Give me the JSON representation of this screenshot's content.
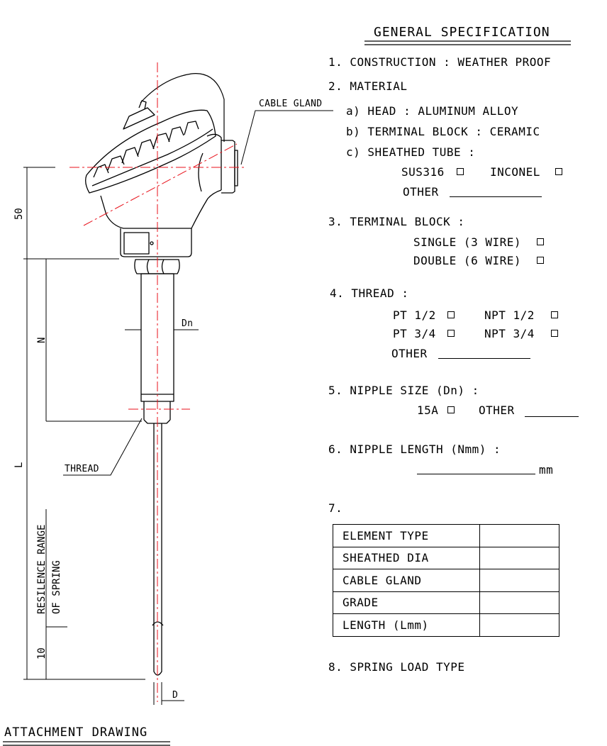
{
  "spec": {
    "title": "GENERAL SPECIFICATION",
    "construction": "1. CONSTRUCTION : WEATHER PROOF",
    "material": {
      "heading": "2. MATERIAL",
      "head": "a) HEAD : ALUMINUM ALLOY",
      "terminal": "b) TERMINAL BLOCK : CERAMIC",
      "sheathed": "c) SHEATHED TUBE :",
      "sus316": "SUS316",
      "inconel": "INCONEL",
      "other": "OTHER"
    },
    "terminal_block": {
      "heading": "3. TERMINAL BLOCK :",
      "single": "SINGLE (3 WIRE)",
      "double": "DOUBLE (6 WIRE)"
    },
    "thread": {
      "heading": "4. THREAD :",
      "pt12": "PT 1/2",
      "npt12": "NPT 1/2",
      "pt34": "PT 3/4",
      "npt34": "NPT 3/4",
      "other": "OTHER"
    },
    "nipple_size": {
      "heading": "5. NIPPLE SIZE (Dn) :",
      "a15": "15A",
      "other": "OTHER"
    },
    "nipple_length": {
      "heading": "6. NIPPLE LENGTH (Nmm) :",
      "unit": "mm"
    },
    "item7": "7.",
    "table": [
      "ELEMENT TYPE",
      "SHEATHED DIA",
      "CABLE GLAND",
      "GRADE",
      "LENGTH (Lmm)"
    ],
    "item8": "8. SPRING LOAD TYPE"
  },
  "drawing": {
    "title": "ATTACHMENT DRAWING",
    "cable_gland": "CABLE GLAND",
    "thread": "THREAD",
    "dn": "Dn",
    "d": "D",
    "dim_50": "50",
    "dim_n": "N",
    "dim_l": "L",
    "dim_10": "10",
    "resilience_1": "RESILENCE RANGE",
    "resilience_2": "OF SPRING"
  },
  "colors": {
    "line": "#000000",
    "centerline": "#e8121b"
  }
}
